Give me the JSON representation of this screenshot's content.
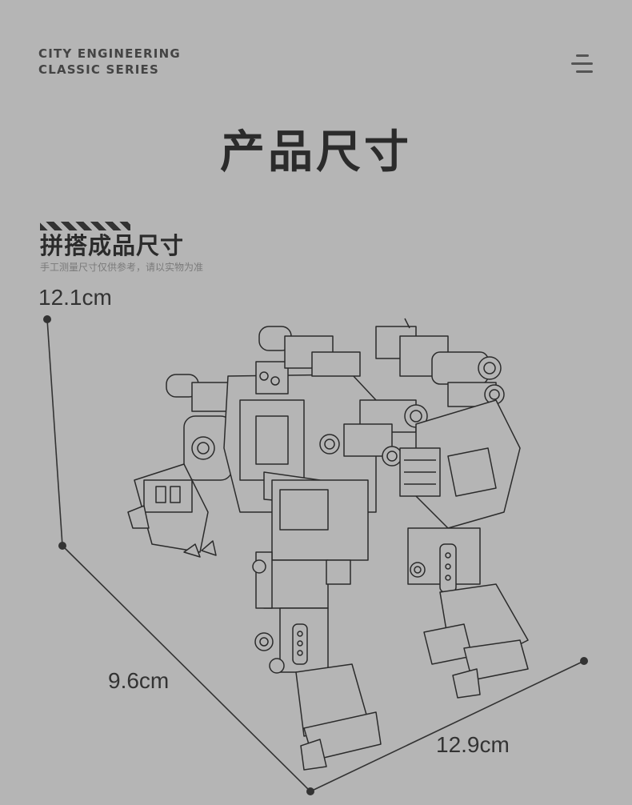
{
  "brand": {
    "line1": "CITY ENGINEERING",
    "line2": "CLASSIC SERIES"
  },
  "header": {
    "title": "产品尺寸"
  },
  "section": {
    "title": "拼搭成品尺寸",
    "note": "手工测量尺寸仅供参考，请以实物为准"
  },
  "dimensions": {
    "height": "12.1cm",
    "depth": "9.6cm",
    "width": "12.9cm"
  },
  "colors": {
    "background": "#b5b5b5",
    "ink": "#2e2e2e"
  },
  "icons": {
    "menu": "menu-icon"
  }
}
